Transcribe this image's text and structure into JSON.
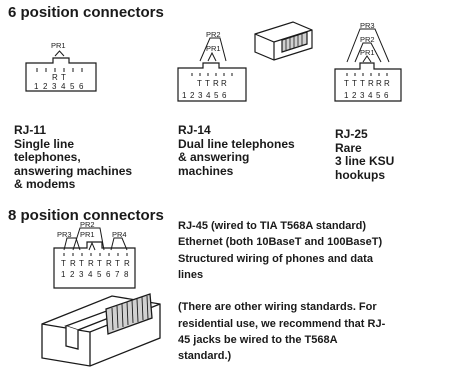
{
  "section6": {
    "heading": "6 position connectors",
    "rj11": {
      "pair": "PR1",
      "contacts": [
        "R",
        "T"
      ],
      "pins": [
        "1",
        "2",
        "3",
        "4",
        "5",
        "6"
      ],
      "caption": [
        "RJ-11",
        "Single line",
        "telephones,",
        "answering machines",
        "& modems"
      ]
    },
    "rj14": {
      "pairs": [
        "PR2",
        "PR1"
      ],
      "contacts": [
        "T",
        "T",
        "R",
        "R"
      ],
      "pins": [
        "1",
        "2",
        "3",
        "4",
        "5",
        "6"
      ],
      "caption": [
        "RJ-14",
        "Dual line telephones",
        "& answering",
        "machines"
      ]
    },
    "rj25": {
      "pairs": [
        "PR3",
        "PR2",
        "PR1"
      ],
      "contacts": [
        "T",
        "T",
        "T",
        "R",
        "R",
        "R"
      ],
      "pins": [
        "1",
        "2",
        "3",
        "4",
        "5",
        "6"
      ],
      "caption": [
        "RJ-25",
        "Rare",
        "3 line KSU",
        "hookups"
      ]
    }
  },
  "section8": {
    "heading": "8 position connectors",
    "rj45": {
      "pairs": [
        "PR3",
        "PR2",
        "PR1",
        "PR4"
      ],
      "contacts": [
        "T",
        "R",
        "T",
        "R",
        "T",
        "R",
        "T",
        "R"
      ],
      "pins": [
        "1",
        "2",
        "3",
        "4",
        "5",
        "6",
        "7",
        "8"
      ],
      "lines": [
        "RJ-45  (wired to TIA T568A standard)",
        "Ethernet (both 10BaseT and 100BaseT)",
        "Structured wiring of phones and data",
        "lines",
        "",
        "(There are other wiring standards.  For",
        "residential use, we recommend that  RJ-",
        "45 jacks be wired to the T568A",
        "standard.)"
      ]
    }
  },
  "colors": {
    "ink": "#1a1a1a",
    "plug_body": "#ffffff",
    "plug_shade": "#d0d0d0"
  }
}
